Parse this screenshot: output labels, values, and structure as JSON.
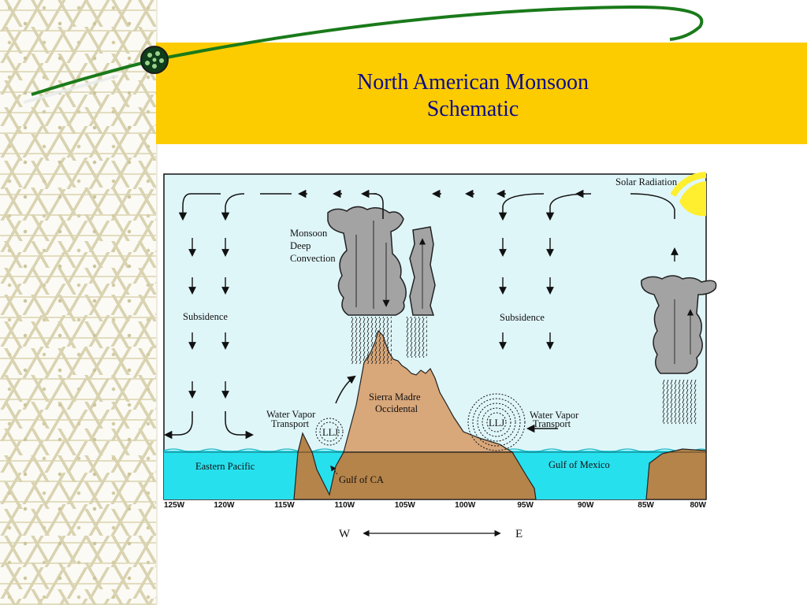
{
  "slide": {
    "title_line1": "North American Monsoon",
    "title_line2": "Schematic"
  },
  "colors": {
    "band": "#fccc00",
    "title_text": "#0b0b8c",
    "sky": "#dff6f9",
    "ocean": "#27e0ee",
    "land": "#b5844a",
    "mountain": "#d8a77a",
    "cloud": "#a3a3a3",
    "sun": "#ffef2e",
    "swoosh": "#1a7a1a"
  },
  "diagram": {
    "labels": {
      "solar_radiation": "Solar Radiation",
      "convection_1": "Monsoon",
      "convection_2": "Deep",
      "convection_3": "Convection",
      "subsidence_west": "Subsidence",
      "subsidence_east": "Subsidence",
      "sierra_1": "Sierra Madre",
      "sierra_2": "Occidental",
      "wv_west_1": "Water Vapor",
      "wv_west_2": "Transport",
      "wv_east_1": "Water Vapor",
      "wv_east_2": "Transport",
      "llj_west": "LLJ",
      "llj_east": "LLJ",
      "eastern_pacific": "Eastern Pacific",
      "gulf_of_mexico": "Gulf of Mexico",
      "gulf_of_ca": "Gulf of CA"
    },
    "axis_ticks": [
      "125W",
      "120W",
      "115W",
      "110W",
      "105W",
      "100W",
      "95W",
      "90W",
      "85W",
      "80W"
    ],
    "direction": {
      "west": "W",
      "east": "E"
    }
  }
}
